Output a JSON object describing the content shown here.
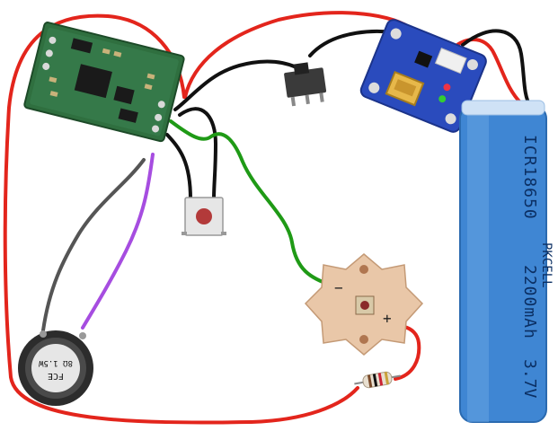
{
  "battery": {
    "brand": "PKCELL",
    "model": "ICR18650",
    "capacity": "2200mAh",
    "voltage": "3.7V",
    "body_color": "#3f86d3",
    "cap_color": "#cfe2f6"
  },
  "speaker": {
    "label_line1": "FCE",
    "label_line2": "8Ω 1.5W"
  },
  "led_board": {
    "minus_label": "−",
    "plus_label": "+",
    "pcb_color": "#e9c7a8"
  },
  "wire_colors": {
    "red": "#e3251c",
    "black": "#111111",
    "green": "#1f9a16",
    "gray": "#555555",
    "purple": "#a64de0"
  },
  "board_colors": {
    "sound_module": "#2f6f3f",
    "charger": "#2a4bbd"
  }
}
